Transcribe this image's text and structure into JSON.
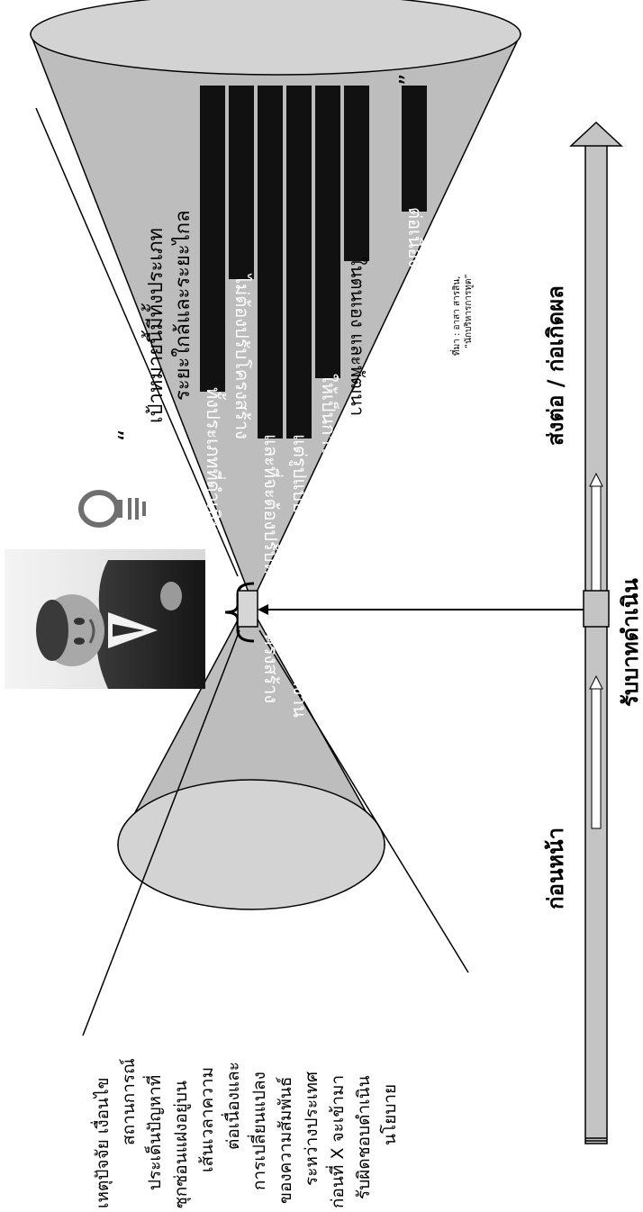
{
  "top_quote": {
    "open_mark": "“",
    "lines": [
      "เป้าหมายนี้มีทั้งประเภท",
      "ระยะใกล้และระยะไกล"
    ]
  },
  "highlight_lines": [
    "ทั้งประเภทที่ดำเนินการได้โดย",
    "ไม่ต้องปรับโครงสร้าง",
    "และที่จะต้องปรับหรือวางโครงสร้าง",
    "แต่รูปแบบของงานสามารถปฏิบัติงาน",
    "ให้เป็นการดำเนินการที่มีพลวัต",
    "ในตนเอง และพัฒนา",
    "ต่อเนื่องได้"
  ],
  "close_quote": "”",
  "source_note": {
    "lines": [
      "ที่มา : อาสา สารสิน,",
      "“นักบริหารการทูต”"
    ]
  },
  "left_text_lines": [
    "เหตุปัจจัย เงื่อนไข",
    "สถานการณ์",
    "ประเด็นปัญหาที่",
    "ซุกซ่อนแฝงอยู่บน",
    "เส้นเวลาความ",
    "ต่อเนื่องและ",
    "การเปลี่ยนแปลง",
    "ของความสัมพันธ์",
    "ระหว่างประเทศ",
    "ก่อนที่ X จะเข้ามา",
    "รับผิดชอบดำเนิน",
    "นโยบาย"
  ],
  "timeline": {
    "before_label": "ก่อนหน้า",
    "current_label": "รับบาทดำเนิน",
    "after_label": "ส่งต่อ / ก่อเกิดผล"
  },
  "icons": {
    "portrait": "person-photo",
    "lightbulb": "lightbulb-icon",
    "brace": "curly-brace"
  },
  "colors": {
    "cone_fill": "#bdbdbd",
    "ellipse_fill": "#d3d3d3",
    "highlight_bg": "#111111",
    "highlight_text": "#ffffff",
    "bar_fill": "#c4c4c4"
  }
}
